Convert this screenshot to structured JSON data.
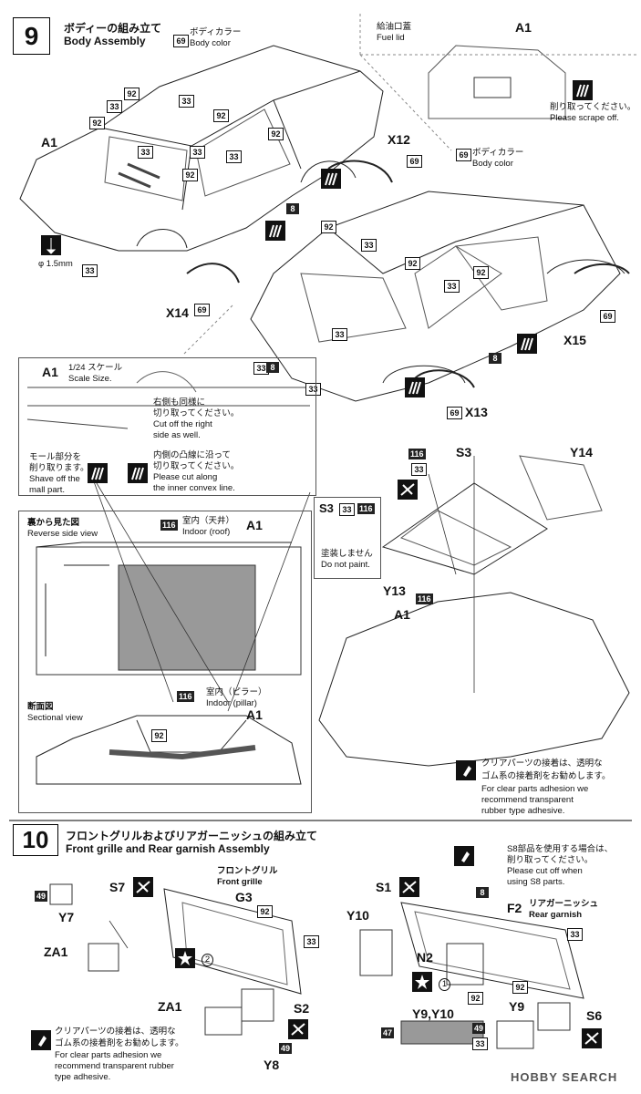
{
  "step9": {
    "number": "9",
    "title_jp": "ボディーの組み立て",
    "title_en": "Body Assembly",
    "body_color_jp": "ボディカラー",
    "body_color_en": "Body color",
    "body_color_jp_2": "ボディカラー",
    "body_color_en_2": "Body color",
    "drill": "φ 1.5mm",
    "parts": {
      "a1": "A1",
      "x12": "X12",
      "x14": "X14",
      "x15": "X15",
      "x13": "X13",
      "s3": "S3",
      "y14": "Y14",
      "y13": "Y13",
      "a1_b": "A1"
    },
    "codes": {
      "c69": "69",
      "c92": "92",
      "c33": "33",
      "c8": "8",
      "c116": "116"
    },
    "fuel_lid": {
      "jp": "給油口蓋",
      "en": "Fuel lid",
      "part": "A1",
      "scrape_jp": "削り取ってください。",
      "scrape_en": "Please scrape off."
    },
    "scale_box": {
      "part": "A1",
      "scale_jp": "1/24 スケール",
      "scale_en": "Scale Size.",
      "right_jp_1": "右側も同様に",
      "right_jp_2": "切り取ってください。",
      "right_en_1": "Cut off the right",
      "right_en_2": "side as well.",
      "mall_jp_1": "モール部分を",
      "mall_jp_2": "削り取ります。",
      "mall_en_1": "Shave off the",
      "mall_en_2": "mall part.",
      "convex_jp_1": "内側の凸線に沿って",
      "convex_jp_2": "切り取ってください。",
      "convex_en_1": "Please cut along",
      "convex_en_2": "the inner convex line."
    },
    "reverse_box": {
      "rev_jp": "裏から見た図",
      "rev_en": "Reverse side view",
      "roof_jp": "室内（天井）",
      "roof_en": "Indoor (roof)",
      "sec_jp": "断面図",
      "sec_en": "Sectional view",
      "pillar_jp": "室内（ピラー）",
      "pillar_en": "Indoor (pillar)",
      "part": "A1",
      "part2": "A1"
    },
    "s3_box": {
      "codes": "S3",
      "c33": "33",
      "c116": "116",
      "jp": "塗装しません",
      "en": "Do not paint."
    },
    "clear_note": {
      "jp_1": "クリアパーツの接着は、透明な",
      "jp_2": "ゴム系の接着剤をお勧めします。",
      "en_1": "For clear parts adhesion we",
      "en_2": "recommend transparent",
      "en_3": "rubber type adhesive."
    }
  },
  "step10": {
    "number": "10",
    "title_jp": "フロントグリルおよびリアガーニッシュの組み立て",
    "title_en": "Front grille and Rear garnish Assembly",
    "front_grille_jp": "フロントグリル",
    "front_grille_en": "Front grille",
    "rear_garnish_jp": "リアガーニッシュ",
    "rear_garnish_en": "Rear garnish",
    "s8_note": {
      "jp_1": "S8部品を使用する場合は、",
      "jp_2": "削り取ってください。",
      "en_1": "Please cut off when",
      "en_2": "using S8 parts."
    },
    "parts": {
      "s7": "S7",
      "y7": "Y7",
      "za1": "ZA1",
      "g3": "G3",
      "za1_b": "ZA1",
      "s2": "S2",
      "y8": "Y8",
      "s1": "S1",
      "y10": "Y10",
      "f2": "F2",
      "n2": "N2",
      "y9": "Y9",
      "s6": "S6",
      "y9y10": "Y9,Y10"
    },
    "codes": {
      "c49": "49",
      "c92": "92",
      "c33": "33",
      "c8": "8",
      "c47": "47",
      "c1": "1",
      "c2": "2"
    },
    "clear_note": {
      "jp_1": "クリアパーツの接着は、透明な",
      "jp_2": "ゴム系の接着剤をお勧めします。",
      "en_1": "For clear parts adhesion we",
      "en_2": "recommend transparent rubber",
      "en_3": "type adhesive."
    }
  },
  "footer": {
    "watermark": "HOBBY SEARCH"
  }
}
